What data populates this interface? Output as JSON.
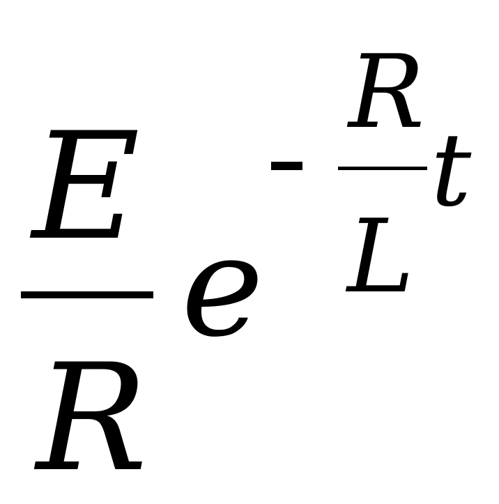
{
  "formula": {
    "coefficient": {
      "numerator": "E",
      "denominator": "R"
    },
    "base": "e",
    "exponent": {
      "sign": "-",
      "numerator": "R",
      "denominator": "L",
      "variable": "t"
    }
  }
}
